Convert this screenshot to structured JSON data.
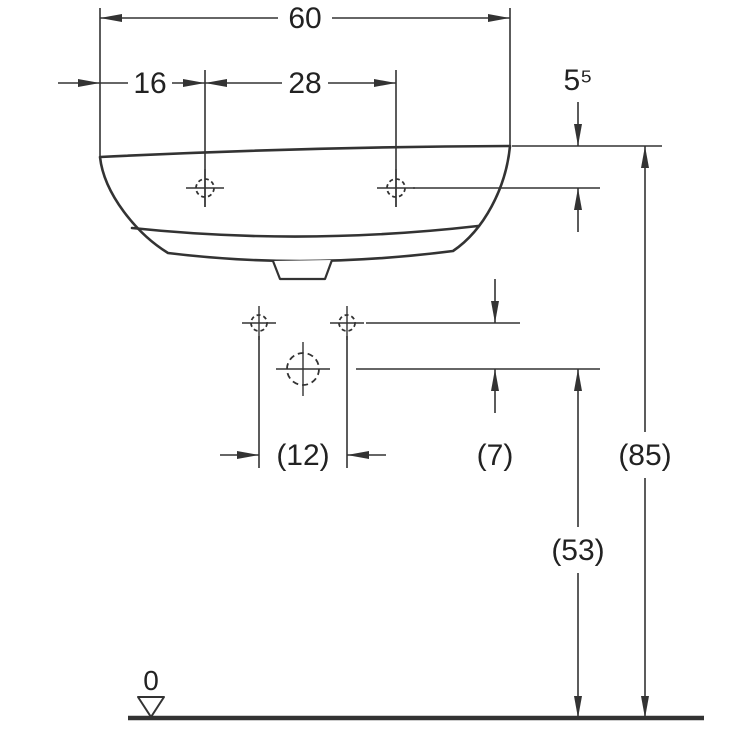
{
  "drawing": {
    "background": "#ffffff",
    "line_color": "#333333",
    "dimensions": {
      "overall_width": "60",
      "tap_hole_offset": "16",
      "tap_hole_spacing": "28",
      "rim_to_tap_drop": "5⁵",
      "fixing_hole_spacing": "(12)",
      "fixing_to_drain_drop": "(7)",
      "overall_height": "(85)",
      "drain_height": "(53)",
      "floor_datum": "0"
    }
  }
}
